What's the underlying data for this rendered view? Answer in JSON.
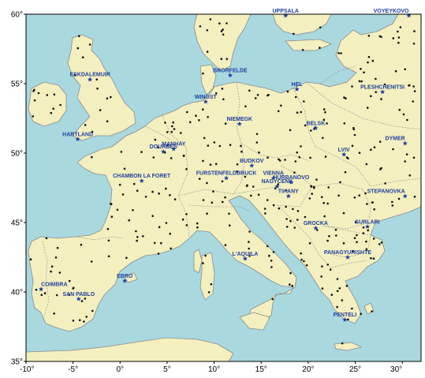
{
  "map": {
    "colors": {
      "sea": "#a9d8df",
      "land": "#f3efbf",
      "border": "#8b8b8b",
      "station_label": "#1f3f9f",
      "station_star": "#1f3f9f",
      "dot": "#111111"
    },
    "lon_range": [
      -10,
      32
    ],
    "lat_range": [
      35,
      60
    ],
    "lon_ticks": [
      {
        "value": -10,
        "label": "-10°"
      },
      {
        "value": -5,
        "label": "-5°"
      },
      {
        "value": 0,
        "label": "0°"
      },
      {
        "value": 5,
        "label": "5°"
      },
      {
        "value": 10,
        "label": "10°"
      },
      {
        "value": 15,
        "label": "15°"
      },
      {
        "value": 20,
        "label": "20°"
      },
      {
        "value": 25,
        "label": "25°"
      },
      {
        "value": 30,
        "label": "30°"
      }
    ],
    "lat_ticks": [
      {
        "value": 60,
        "label": "60°"
      },
      {
        "value": 55,
        "label": "55°"
      },
      {
        "value": 50,
        "label": "50°"
      },
      {
        "value": 45,
        "label": "45°"
      },
      {
        "value": 40,
        "label": "40°"
      },
      {
        "value": 35,
        "label": "35°"
      }
    ],
    "stations": [
      {
        "name": "UPPSALA",
        "lon": 17.6,
        "lat": 59.9
      },
      {
        "name": "VOYEYKOVO",
        "lon": 30.7,
        "lat": 59.9
      },
      {
        "name": "ESKDALEMUIR",
        "lon": -3.2,
        "lat": 55.3
      },
      {
        "name": "BRORFELDE",
        "lon": 11.7,
        "lat": 55.6
      },
      {
        "name": "HEL",
        "lon": 18.8,
        "lat": 54.6
      },
      {
        "name": "PLESHCHENITSI",
        "lon": 27.9,
        "lat": 54.4
      },
      {
        "name": "WINGST",
        "lon": 9.1,
        "lat": 53.7
      },
      {
        "name": "NIEMEGK",
        "lon": 12.7,
        "lat": 52.1
      },
      {
        "name": "BELSK",
        "lon": 20.8,
        "lat": 51.8
      },
      {
        "name": "HARTLAND",
        "lon": -4.5,
        "lat": 51.0
      },
      {
        "name": "DYMER",
        "lon": 30.3,
        "lat": 50.7
      },
      {
        "name": "MANHAY",
        "lon": 5.7,
        "lat": 50.3
      },
      {
        "name": "DOURBES",
        "lon": 4.6,
        "lat": 50.1
      },
      {
        "name": "LVIV",
        "lon": 23.8,
        "lat": 49.9
      },
      {
        "name": "BUDKOV",
        "lon": 14.0,
        "lat": 49.1
      },
      {
        "name": "CHAMBON LA FORET",
        "lon": 2.3,
        "lat": 48.0
      },
      {
        "name": "FURSTENFELDBRUCK",
        "lon": 11.3,
        "lat": 48.2
      },
      {
        "name": "VIENNA",
        "lon": 16.3,
        "lat": 48.2
      },
      {
        "name": "HURBANOVO",
        "lon": 18.2,
        "lat": 47.9
      },
      {
        "name": "NAGYCENK",
        "lon": 16.7,
        "lat": 47.6
      },
      {
        "name": "STEPANOVKA",
        "lon": 30.3,
        "lat": 46.9
      },
      {
        "name": "TIHANY",
        "lon": 17.9,
        "lat": 46.9
      },
      {
        "name": "GROCKA",
        "lon": 20.8,
        "lat": 44.6
      },
      {
        "name": "SURLARI",
        "lon": 26.3,
        "lat": 44.7
      },
      {
        "name": "L'AQUILA",
        "lon": 13.3,
        "lat": 42.4
      },
      {
        "name": "PANAGYURISHTE",
        "lon": 24.2,
        "lat": 42.5
      },
      {
        "name": "EBRO",
        "lon": 0.5,
        "lat": 40.8
      },
      {
        "name": "COIMBRA",
        "lon": -8.4,
        "lat": 40.2
      },
      {
        "name": "SAN PABLO",
        "lon": -4.4,
        "lat": 39.5
      },
      {
        "name": "PENTELI",
        "lon": 23.9,
        "lat": 38.0
      }
    ]
  }
}
